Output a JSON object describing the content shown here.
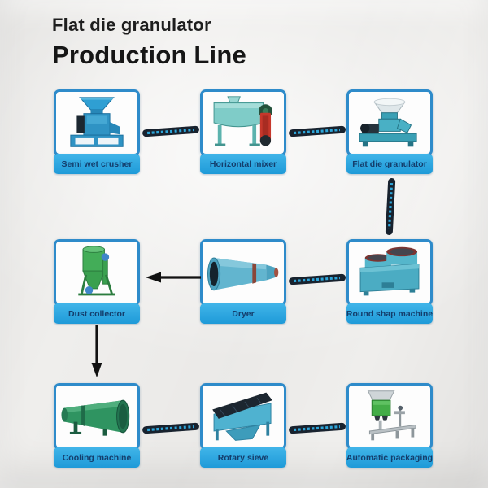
{
  "page": {
    "title_line1": "Flat die granulator",
    "title_line2": "Production Line"
  },
  "colors": {
    "card_border": "#2e8bca",
    "label_bar": "#29a9e1",
    "label_text": "#143e6c",
    "conveyor_body": "#18222e",
    "conveyor_dots": "#2ea6da",
    "arrow": "#111111",
    "background": "#efeeec"
  },
  "machines": [
    {
      "id": "semi-wet-crusher",
      "label": "Semi wet crusher"
    },
    {
      "id": "horizontal-mixer",
      "label": "Horizontal mixer"
    },
    {
      "id": "flat-die-granulator",
      "label": "Flat die granulator"
    },
    {
      "id": "dust-collector",
      "label": "Dust collector"
    },
    {
      "id": "dryer",
      "label": "Dryer"
    },
    {
      "id": "round-shap-machine",
      "label": "Round shap machine"
    },
    {
      "id": "cooling-machine",
      "label": "Cooling machine"
    },
    {
      "id": "rotary-sieve",
      "label": "Rotary sieve"
    },
    {
      "id": "automatic-packaging",
      "label": "Automatic packaging"
    }
  ],
  "connectors": [
    {
      "kind": "conveyor-belt",
      "orientation": "horizontal",
      "from": "Semi wet crusher",
      "to": "Horizontal mixer"
    },
    {
      "kind": "conveyor-belt",
      "orientation": "horizontal",
      "from": "Horizontal mixer",
      "to": "Flat die granulator"
    },
    {
      "kind": "conveyor-belt",
      "orientation": "vertical",
      "from": "Flat die granulator",
      "to": "Round shap machine"
    },
    {
      "kind": "conveyor-belt",
      "orientation": "horizontal",
      "from": "Round shap machine",
      "to": "Dryer"
    },
    {
      "kind": "arrow",
      "orientation": "left",
      "from": "Dryer",
      "to": "Dust collector"
    },
    {
      "kind": "arrow",
      "orientation": "down",
      "from": "Dust collector",
      "to": "Cooling machine"
    },
    {
      "kind": "conveyor-belt",
      "orientation": "horizontal",
      "from": "Cooling machine",
      "to": "Rotary sieve"
    },
    {
      "kind": "conveyor-belt",
      "orientation": "horizontal",
      "from": "Rotary sieve",
      "to": "Automatic packaging"
    }
  ]
}
